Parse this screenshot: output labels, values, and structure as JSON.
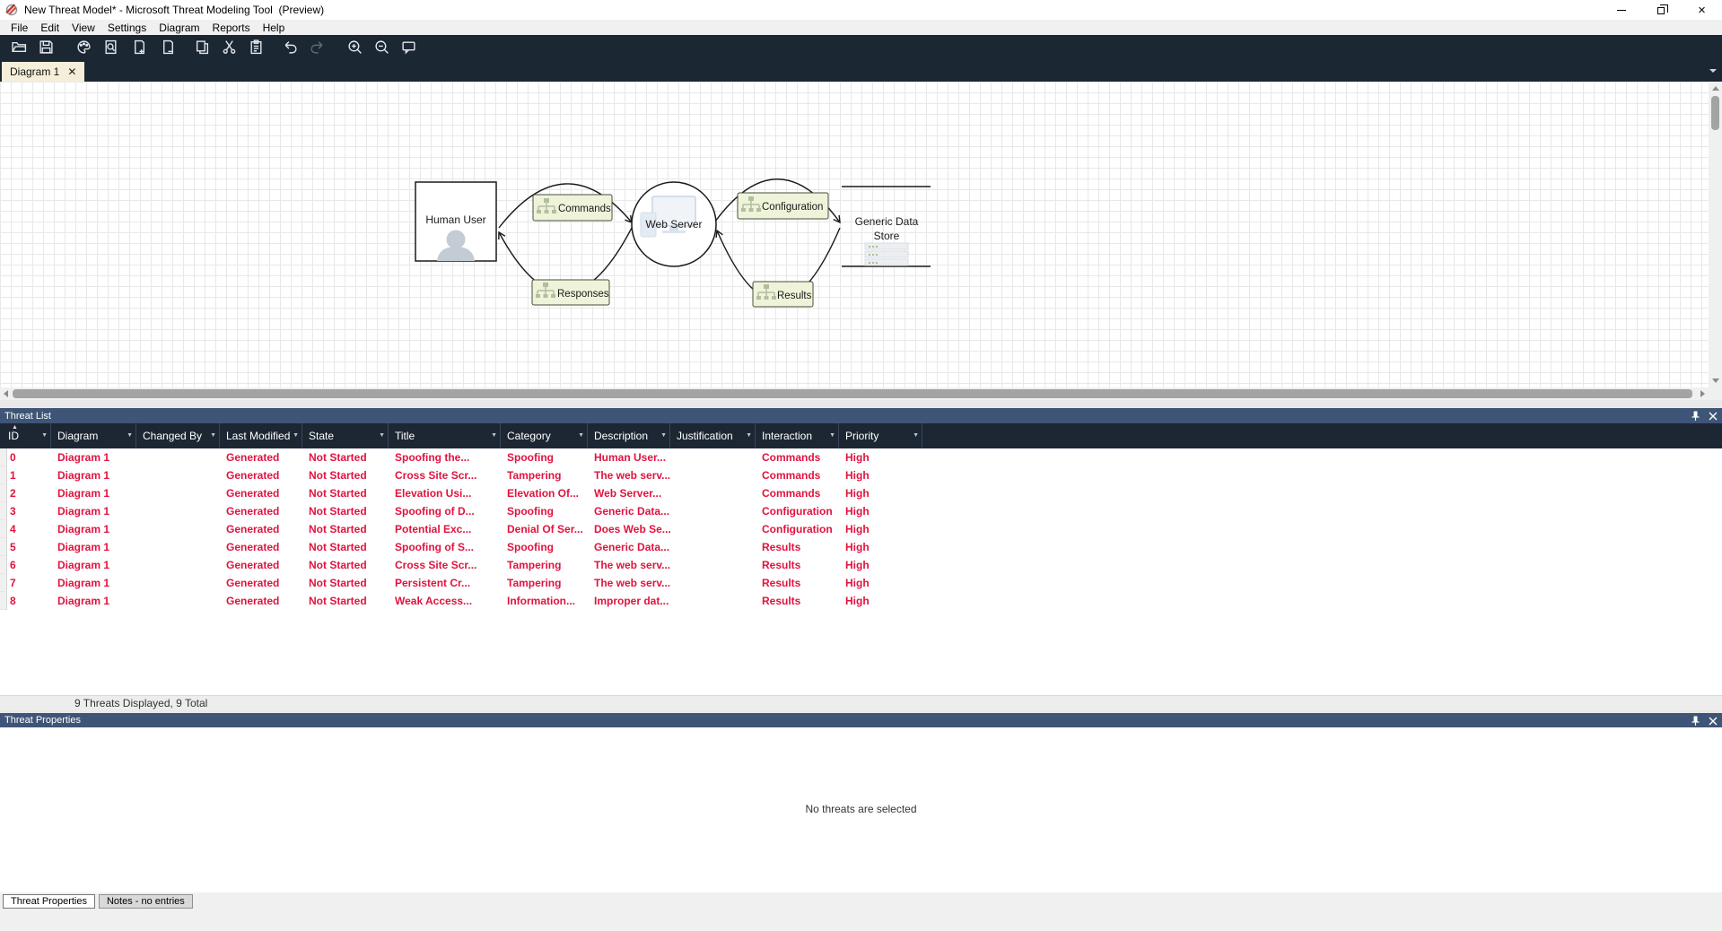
{
  "window": {
    "title": "New Threat Model* - Microsoft Threat Modeling Tool  (Preview)",
    "controls": [
      "minimize",
      "restore",
      "close"
    ]
  },
  "menu": {
    "items": [
      "File",
      "Edit",
      "View",
      "Settings",
      "Diagram",
      "Reports",
      "Help"
    ]
  },
  "toolbar": {
    "buttons": [
      "open",
      "save",
      "palette",
      "document-search",
      "add-document",
      "remove-document",
      "copy",
      "cut",
      "paste",
      "undo",
      "redo",
      "zoom-in",
      "zoom-out",
      "feedback"
    ]
  },
  "tabbar": {
    "diagram_tab": "Diagram 1"
  },
  "canvas": {
    "nodes": {
      "human_user": {
        "label": "Human User"
      },
      "web_server": {
        "label": "Web Server"
      },
      "data_store": {
        "label_line1": "Generic Data",
        "label_line2": "Store"
      }
    },
    "flows": {
      "commands": {
        "label": "Commands"
      },
      "responses": {
        "label": "Responses"
      },
      "configuration": {
        "label": "Configuration"
      },
      "results": {
        "label": "Results"
      }
    }
  },
  "threat_list": {
    "title": "Threat List",
    "columns": [
      "ID",
      "Diagram",
      "Changed By",
      "Last Modified",
      "State",
      "Title",
      "Category",
      "Description",
      "Justification",
      "Interaction",
      "Priority"
    ],
    "rows": [
      {
        "id": "0",
        "diagram": "Diagram 1",
        "changed_by": "",
        "last_modified": "Generated",
        "state": "Not Started",
        "title": "Spoofing the...",
        "category": "Spoofing",
        "description": "Human User...",
        "justification": "",
        "interaction": "Commands",
        "priority": "High"
      },
      {
        "id": "1",
        "diagram": "Diagram 1",
        "changed_by": "",
        "last_modified": "Generated",
        "state": "Not Started",
        "title": "Cross Site Scr...",
        "category": "Tampering",
        "description": "The web serv...",
        "justification": "",
        "interaction": "Commands",
        "priority": "High"
      },
      {
        "id": "2",
        "diagram": "Diagram 1",
        "changed_by": "",
        "last_modified": "Generated",
        "state": "Not Started",
        "title": "Elevation Usi...",
        "category": "Elevation Of...",
        "description": "Web Server...",
        "justification": "",
        "interaction": "Commands",
        "priority": "High"
      },
      {
        "id": "3",
        "diagram": "Diagram 1",
        "changed_by": "",
        "last_modified": "Generated",
        "state": "Not Started",
        "title": "Spoofing of D...",
        "category": "Spoofing",
        "description": "Generic Data...",
        "justification": "",
        "interaction": "Configuration",
        "priority": "High"
      },
      {
        "id": "4",
        "diagram": "Diagram 1",
        "changed_by": "",
        "last_modified": "Generated",
        "state": "Not Started",
        "title": "Potential Exc...",
        "category": "Denial Of Ser...",
        "description": "Does Web Se...",
        "justification": "",
        "interaction": "Configuration",
        "priority": "High"
      },
      {
        "id": "5",
        "diagram": "Diagram 1",
        "changed_by": "",
        "last_modified": "Generated",
        "state": "Not Started",
        "title": "Spoofing of S...",
        "category": "Spoofing",
        "description": "Generic Data...",
        "justification": "",
        "interaction": "Results",
        "priority": "High"
      },
      {
        "id": "6",
        "diagram": "Diagram 1",
        "changed_by": "",
        "last_modified": "Generated",
        "state": "Not Started",
        "title": "Cross Site Scr...",
        "category": "Tampering",
        "description": "The web serv...",
        "justification": "",
        "interaction": "Results",
        "priority": "High"
      },
      {
        "id": "7",
        "diagram": "Diagram 1",
        "changed_by": "",
        "last_modified": "Generated",
        "state": "Not Started",
        "title": "Persistent Cr...",
        "category": "Tampering",
        "description": "The web serv...",
        "justification": "",
        "interaction": "Results",
        "priority": "High"
      },
      {
        "id": "8",
        "diagram": "Diagram 1",
        "changed_by": "",
        "last_modified": "Generated",
        "state": "Not Started",
        "title": "Weak Access...",
        "category": "Information...",
        "description": "Improper dat...",
        "justification": "",
        "interaction": "Results",
        "priority": "High"
      }
    ],
    "status": "9 Threats Displayed, 9 Total"
  },
  "threat_properties": {
    "title": "Threat Properties",
    "empty_message": "No threats are selected",
    "tabs": [
      "Threat Properties",
      "Notes - no entries"
    ]
  },
  "colors": {
    "toolbar_bg": "#1b2733",
    "panel_header_bg": "#3f5577",
    "grid_header_bg": "#1d2734",
    "row_text": "#e0133f",
    "active_tab_bg": "#f5efd9",
    "flow_label_fill": "#eef3da"
  }
}
